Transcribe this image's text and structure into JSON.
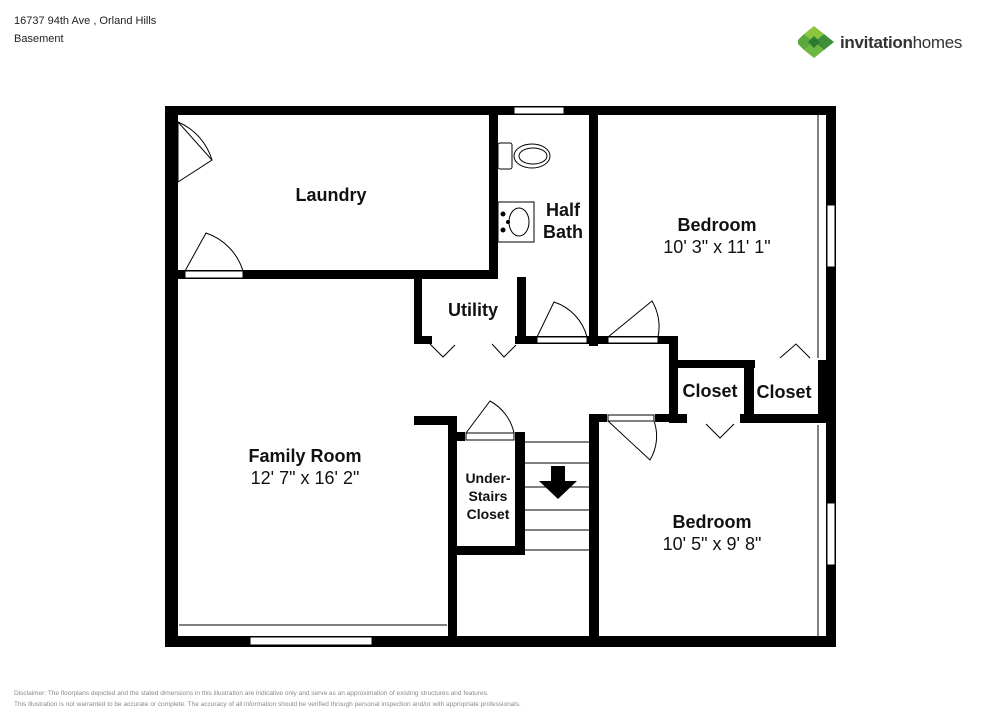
{
  "header": {
    "address": "16737 94th Ave , Orland Hills",
    "level": "Basement"
  },
  "brand": {
    "name_part1": "invitation",
    "name_part2": "homes",
    "colors": {
      "green_dark": "#3f8f3a",
      "green_light": "#8cc63f",
      "text": "#333333"
    }
  },
  "rooms": {
    "laundry": {
      "name": "Laundry"
    },
    "half_bath": {
      "name_line1": "Half",
      "name_line2": "Bath"
    },
    "utility": {
      "name": "Utility"
    },
    "bedroom_upper": {
      "name": "Bedroom",
      "dims": "10' 3\" x 11' 1\""
    },
    "closet_1": {
      "name": "Closet"
    },
    "closet_2": {
      "name": "Closet"
    },
    "family_room": {
      "name": "Family Room",
      "dims": "12' 7\" x 16' 2\""
    },
    "under_stairs": {
      "line1": "Under-",
      "line2": "Stairs",
      "line3": "Closet"
    },
    "bedroom_lower": {
      "name": "Bedroom",
      "dims": "10' 5\" x 9' 8\""
    }
  },
  "disclaimer": {
    "line1": "Disclaimer: The floorplans depicted and the stated dimensions in this illustration are indicative only and serve as an approximation of existing structures and features.",
    "line2": "This illustration is not warranted to be accurate or complete. The accuracy of all information should be verified through personal inspection and/or with appropriate professionals."
  }
}
